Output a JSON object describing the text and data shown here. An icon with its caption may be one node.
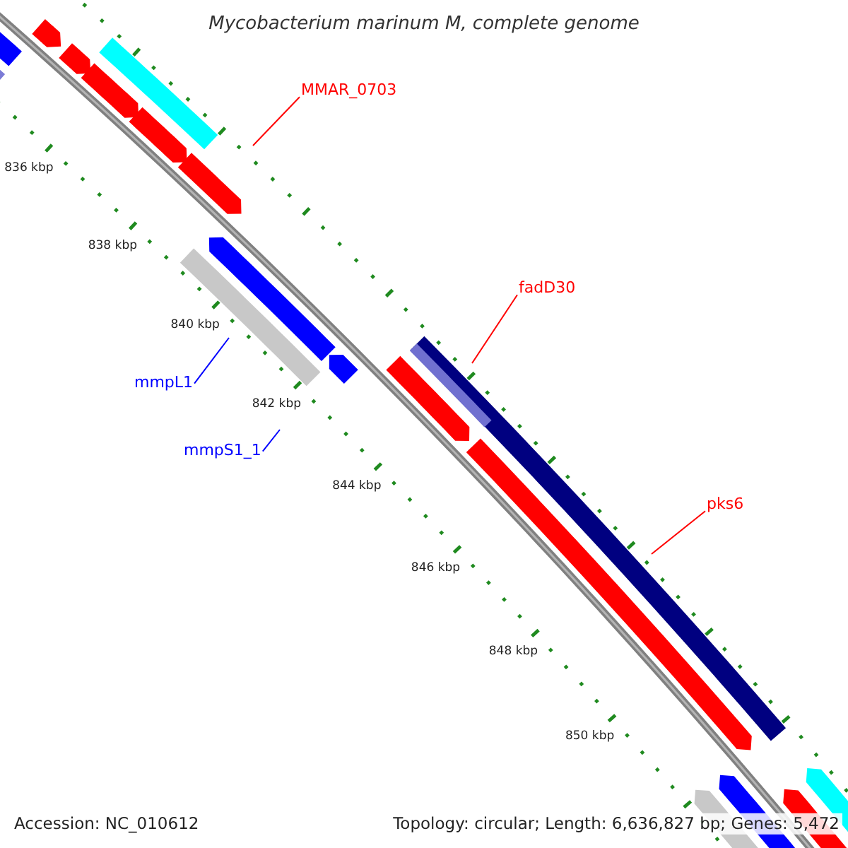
{
  "diagram": {
    "title": "Mycobacterium marinum M, complete genome",
    "nodes": [
      {
        "text": [
          "MMAR_0703"
        ]
      },
      {
        "text": [
          "fadD30"
        ]
      },
      {
        "text": [
          "mmpL1"
        ]
      },
      {
        "text": [
          "mmpS1_1"
        ]
      },
      {
        "text": [
          "pks6"
        ]
      }
    ],
    "edges": [
      {
        "from": 0,
        "to": null,
        "arrow": "none"
      },
      {
        "from": 1,
        "to": null,
        "arrow": "none"
      },
      {
        "from": 2,
        "to": null,
        "arrow": "none",
        "color": "#0000ff"
      },
      {
        "from": 3,
        "to": null,
        "arrow": "none",
        "color": "#0000ff"
      },
      {
        "from": 4,
        "to": null,
        "arrow": "none"
      }
    ],
    "labels": [
      "836 kbp",
      "838 kbp",
      "840 kbp",
      "842 kbp",
      "844 kbp",
      "846 kbp",
      "848 kbp",
      "850 kbp",
      "Accession: NC_010612",
      "Topology: circular; Length: 6,636,827 bp; Genes: 5,472"
    ]
  }
}
